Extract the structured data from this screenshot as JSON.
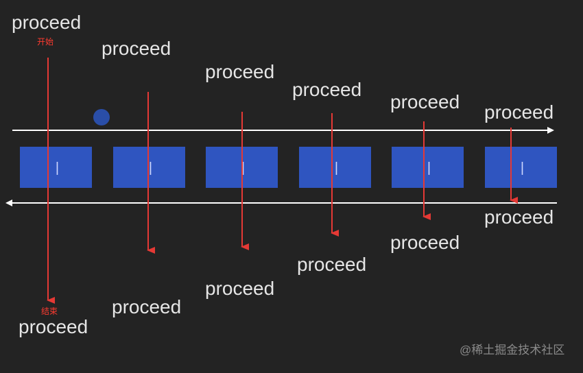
{
  "colors": {
    "background": "#232323",
    "box_fill": "#2f55c0",
    "box_text": "#cfd8ff",
    "arrow_white": "#ffffff",
    "arrow_red": "#e53935",
    "dot": "#2a4ea8",
    "label_text": "#e6e6e6",
    "watermark": "#8a8a8a"
  },
  "boxes": [
    {
      "label": "|"
    },
    {
      "label": "|"
    },
    {
      "label": "|"
    },
    {
      "label": "|"
    },
    {
      "label": "|"
    },
    {
      "label": "|"
    }
  ],
  "top_labels": [
    "proceed",
    "proceed",
    "proceed",
    "proceed",
    "proceed",
    "proceed"
  ],
  "bottom_labels": [
    "proceed",
    "proceed",
    "proceed",
    "proceed",
    "proceed",
    "proceed"
  ],
  "start_label": "开始",
  "end_label": "结束",
  "watermark": "@稀土掘金技术社区"
}
